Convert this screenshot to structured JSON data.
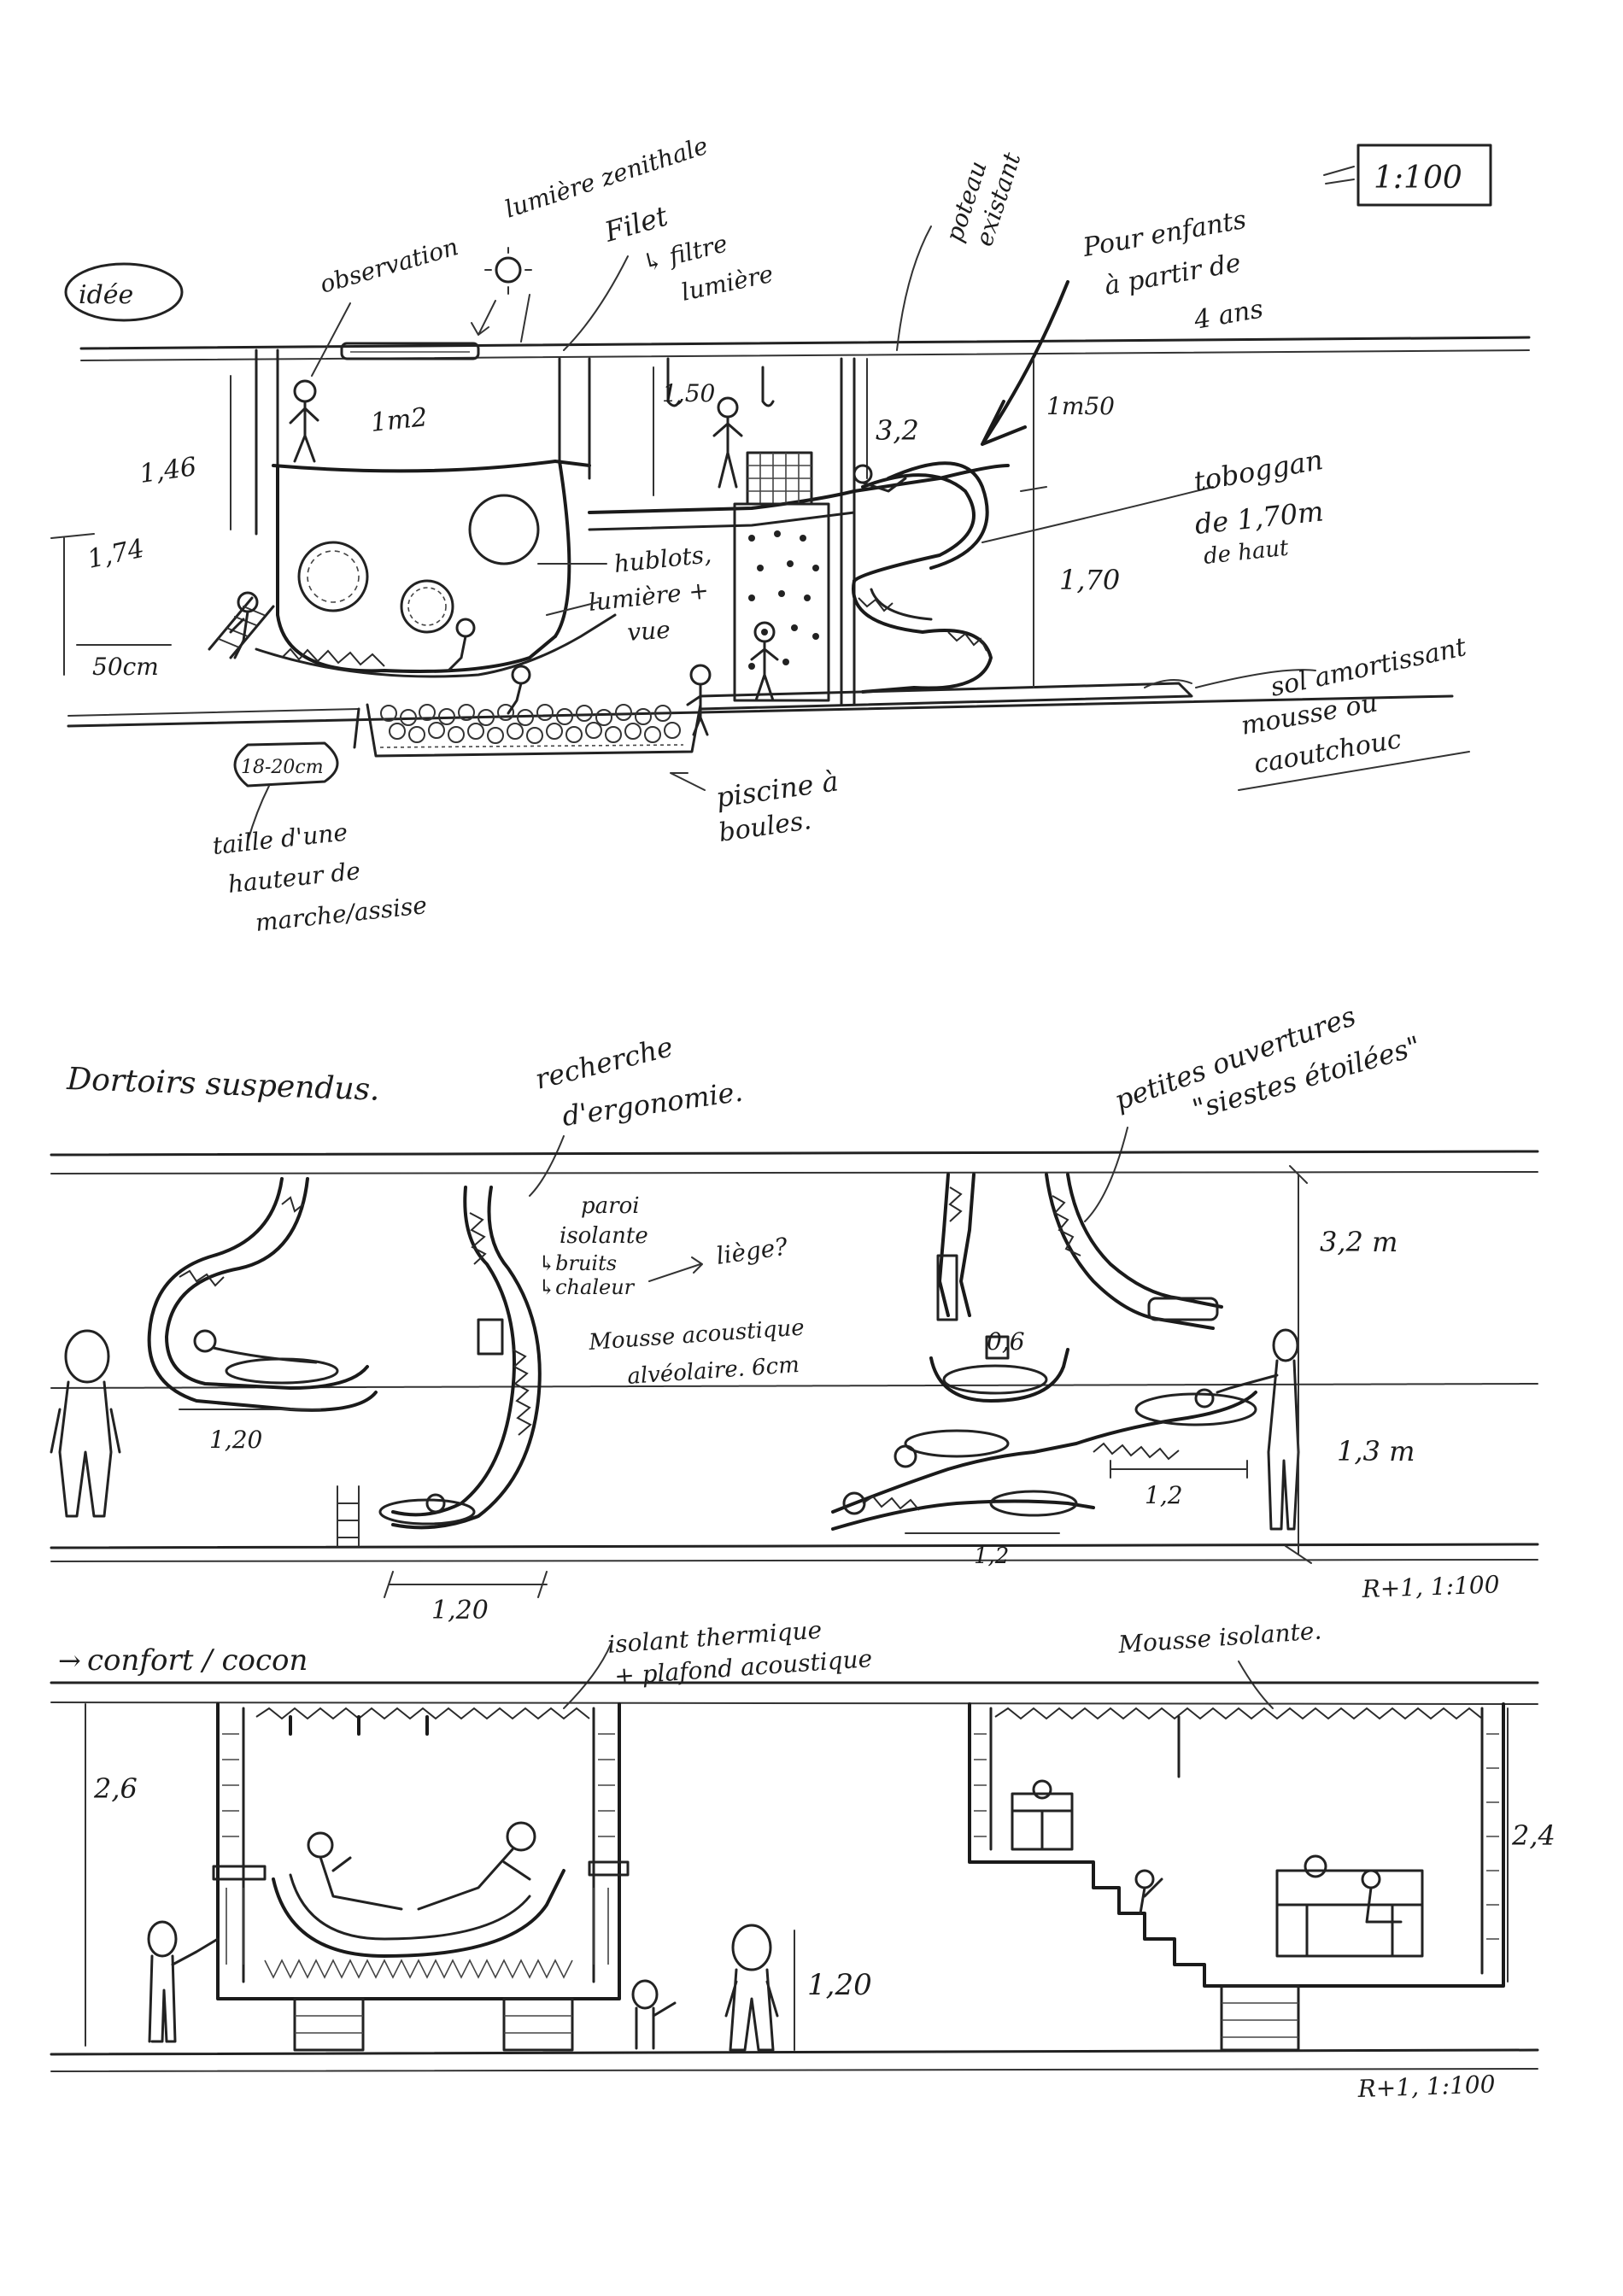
{
  "section1": {
    "idea_label": "idée",
    "observation": "observation",
    "lumiere_zenithale": "lumière zenithale",
    "filet_line1": "Filet",
    "filet_line2": "↳ filtre",
    "filet_line3": "lumière",
    "poteau_line1": "poteau",
    "poteau_line2": "existant",
    "enfants_line1": "Pour enfants",
    "enfants_line2": "à partir de",
    "enfants_line3": "4 ans",
    "scale": "1:100",
    "dim_146": "1,46",
    "dim_174": "1,74",
    "dim_50cm": "50cm",
    "dim_1m2": "1m2",
    "dim_150": "1,50",
    "dim_32": "3,2",
    "dim_1m50": "1m50",
    "dim_170": "1,70",
    "tobo_line1": "toboggan",
    "tobo_line2": "de 1,70m",
    "tobo_line3": "de haut",
    "hublots_line1": "hublots,",
    "hublots_line2": "lumière +",
    "hublots_line3": "vue",
    "sol_line1": "sol amortissant",
    "sol_line2": "mousse ou",
    "sol_line3": "caoutchouc",
    "piscine_line1": "piscine à",
    "piscine_line2": "boules.",
    "step_dim": "18-20cm",
    "taille_line1": "taille d'une",
    "taille_line2": "hauteur de",
    "taille_line3": "marche/assise"
  },
  "section2": {
    "title": "Dortoirs suspendus.",
    "recherche_line1": "recherche",
    "recherche_line2": "d'ergonomie.",
    "ouvertures_line1": "petites ouvertures",
    "ouvertures_line2": "\"siestes étoilées\"",
    "paroi_line1": "paroi",
    "paroi_line2": "isolante",
    "paroi_line3": "↳bruits",
    "paroi_line4": "↳chaleur",
    "liege": "liège?",
    "mousse_line1": "Mousse acoustique",
    "mousse_line2": "alvéolaire. 6cm",
    "dim_32m": "3,2 m",
    "dim_06": "0,6",
    "dim_120_bed": "1,20",
    "dim_13m": "1,3 m",
    "dim_12a": "1,2",
    "dim_12b": "1,2",
    "dim_120_bottom": "1,20",
    "level": "R+1, 1:100"
  },
  "section3": {
    "title_arrow": "→",
    "title": "confort / cocon",
    "isolant_line1": "isolant thermique",
    "isolant_line2": "+ plafond acoustique",
    "mousse": "Mousse isolante.",
    "dim_26": "2,6",
    "dim_120": "1,20",
    "dim_24": "2,4",
    "level": "R+1, 1:100"
  }
}
